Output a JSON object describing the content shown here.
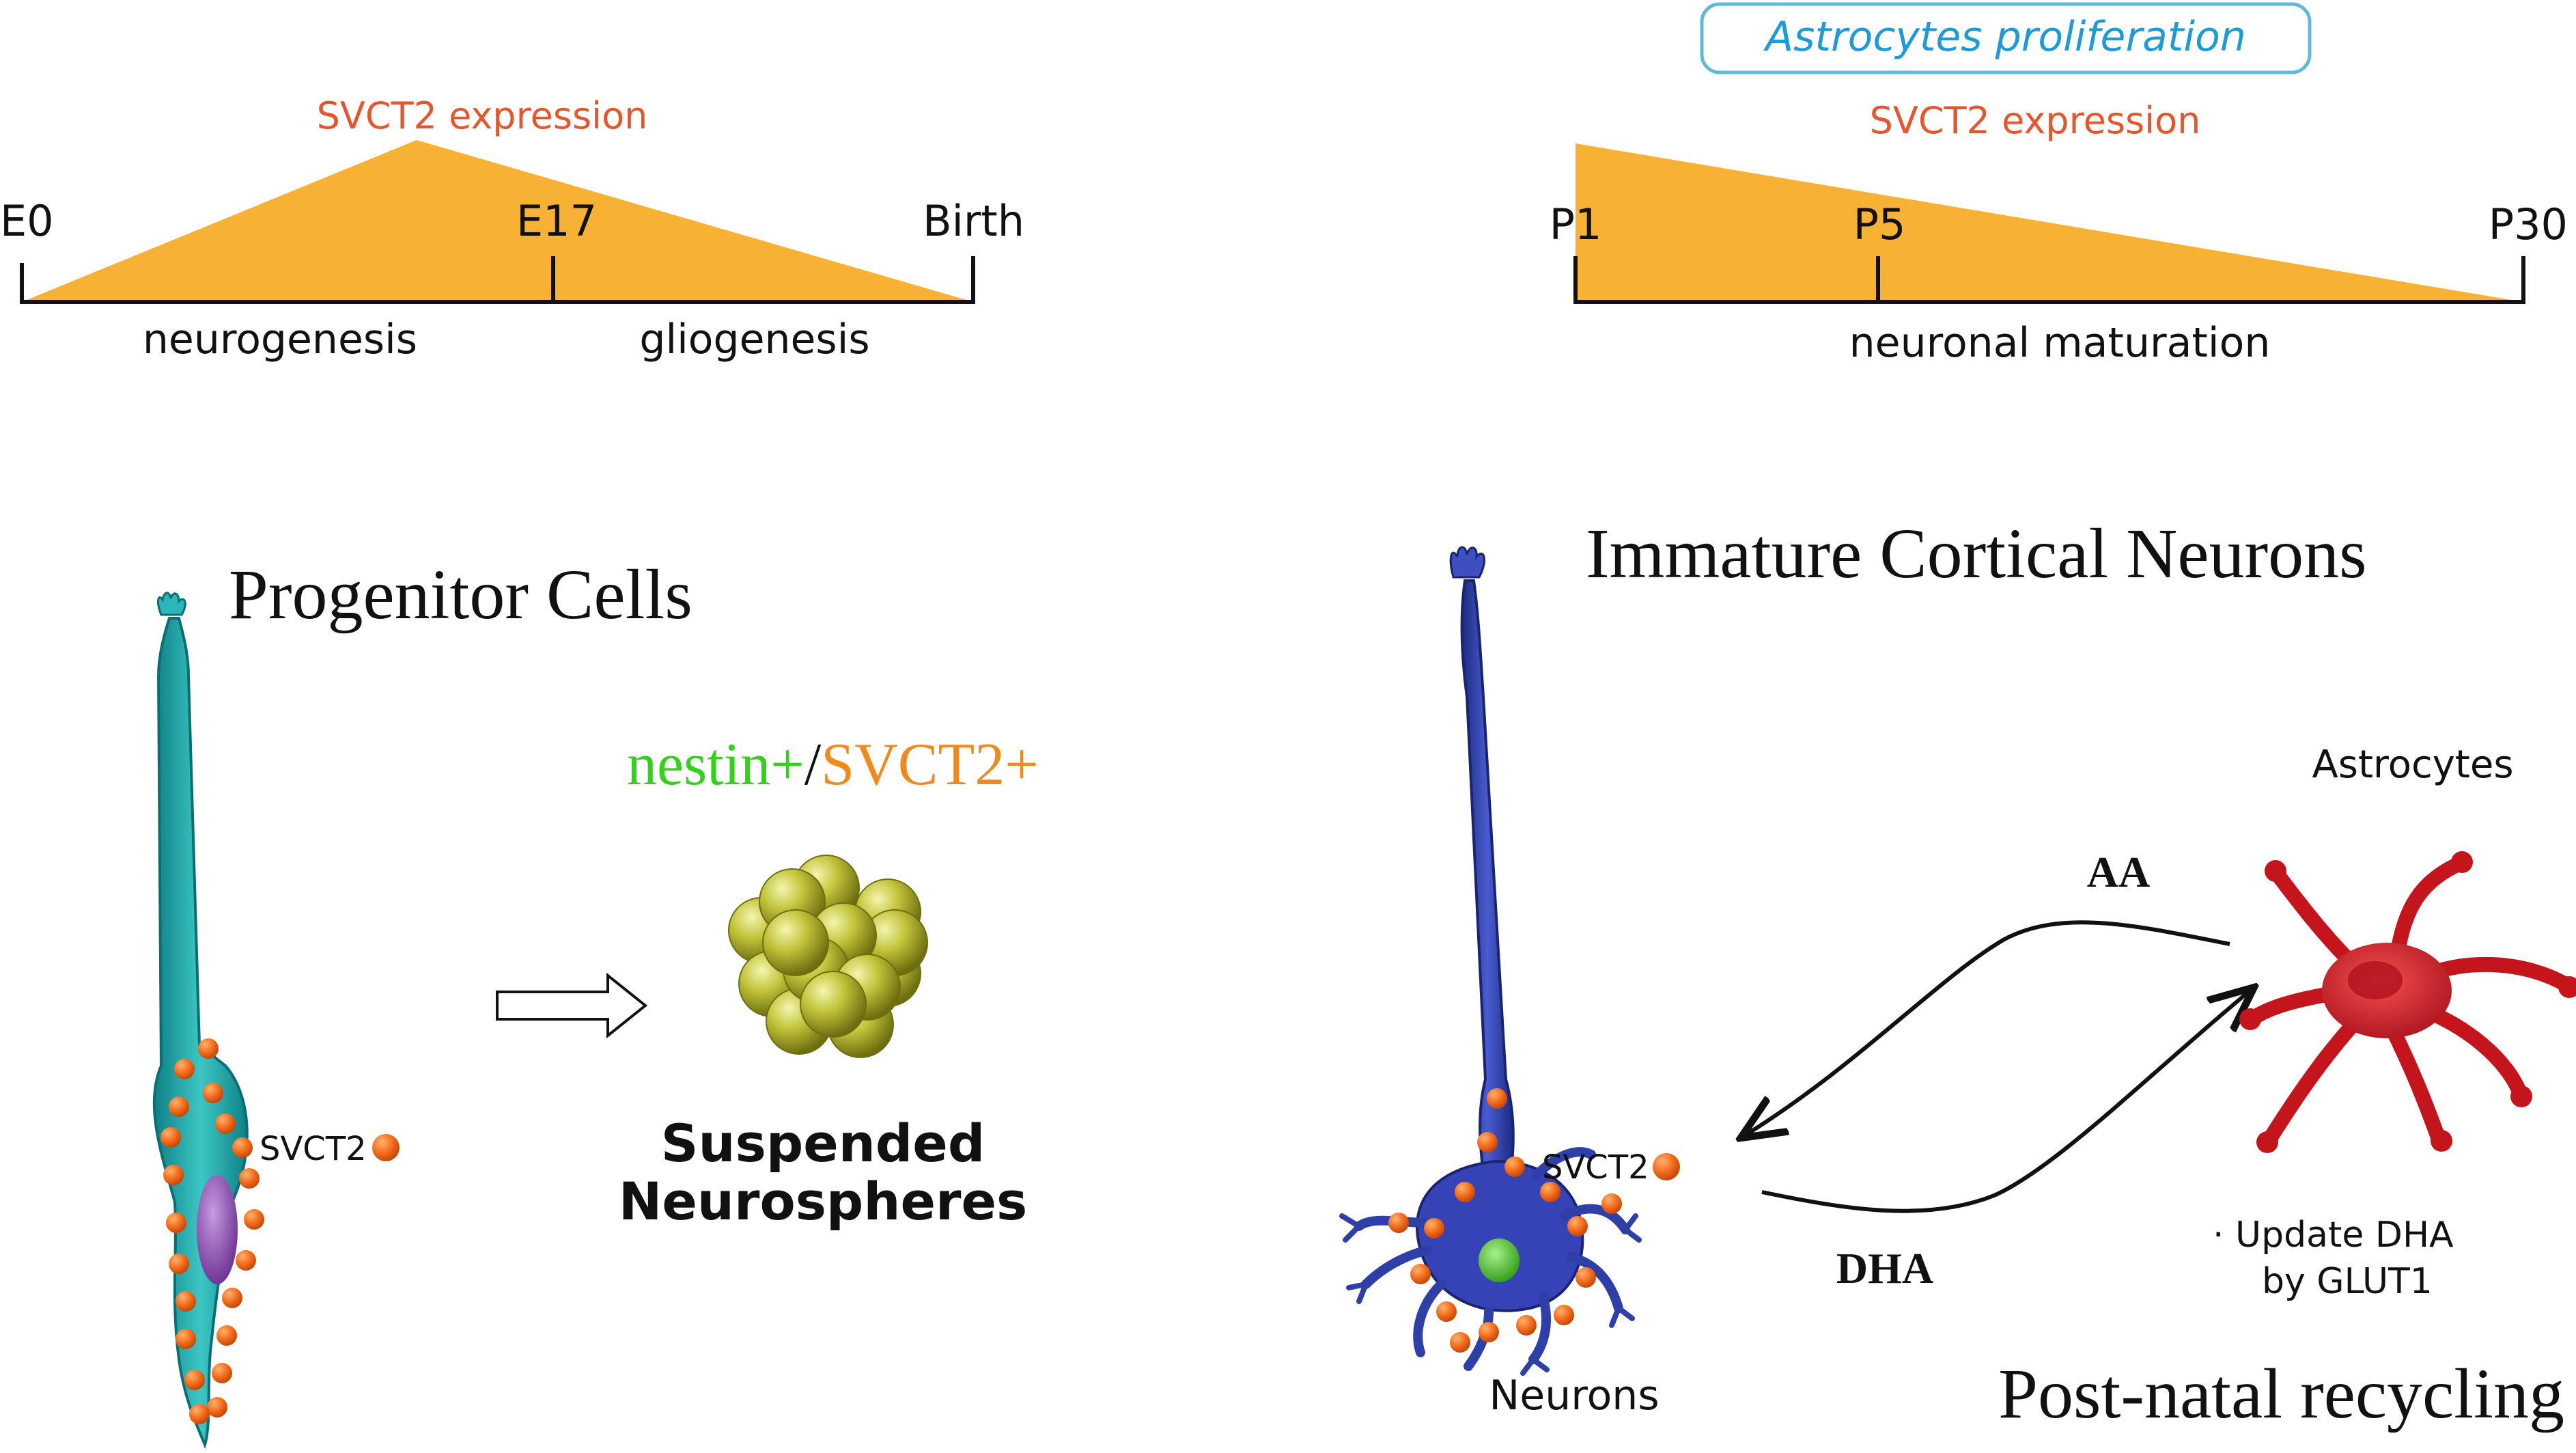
{
  "colors": {
    "timeline_fill": "#F7B135",
    "expression_text": "#E4572E",
    "astro_box_text": "#1E9BD6",
    "nestin": "#33D11A",
    "svct2_orange": "#F08A1E",
    "svct2_dot": "#F26A1B",
    "progenitor_cell": "#1AA5A8",
    "neuron": "#2F3FA8",
    "astrocyte": "#D81E22",
    "neurosphere": "#B4B72A"
  },
  "timeline_embryonic": {
    "expression_label": "SVCT2 expression",
    "ticks": [
      "E0",
      "E17",
      "Birth"
    ],
    "phase_labels": [
      "neurogenesis",
      "gliogenesis"
    ]
  },
  "timeline_postnatal": {
    "box_label": "Astrocytes proliferation",
    "expression_label": "SVCT2 expression",
    "ticks": [
      "P1",
      "P5",
      "P30"
    ],
    "phase_label": "neuronal maturation"
  },
  "progenitor": {
    "title": "Progenitor Cells",
    "svct2_label": "SVCT2",
    "marker_nestin": "nestin+",
    "marker_sep": "/",
    "marker_svct2": "SVCT2+",
    "neurospheres_line1": "Suspended",
    "neurospheres_line2": "Neurospheres"
  },
  "cortical": {
    "title": "Immature Cortical Neurons",
    "svct2_label": "SVCT2",
    "neurons_label": "Neurons",
    "astrocytes_label": "Astrocytes",
    "aa_label": "AA",
    "dha_label": "DHA",
    "note_line1": "· Update DHA",
    "note_line2": "by GLUT1",
    "recycling_label": "Post-natal recycling"
  }
}
